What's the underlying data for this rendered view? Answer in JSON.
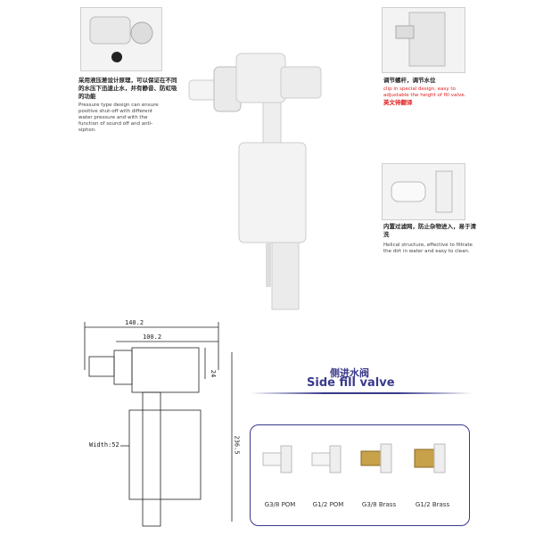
{
  "features": [
    {
      "cn": "采用液压差设计原理，可以保证在不同的水压下迅速止水，并有静音、防虹吸的功能",
      "en": "Pressure type design can ensure positive shut-off with different water pressure and with the function of sound off and anti-siphon."
    },
    {
      "cn": "调节螺杆，调节水位",
      "en": "clip in special design, easy to adjustable the height of fill valve.",
      "note": "英文待翻译"
    },
    {
      "cn": "内置过滤网，防止杂物进入，易于清洗",
      "en": "Helical structure, effective to filtrate the dirt in water and easy to clean."
    }
  ],
  "drawing": {
    "dim_total_width": "140.2",
    "dim_inner_width": "100.2",
    "dim_height_top": "24",
    "dim_total_height": "236.5",
    "width_label": "Width:52"
  },
  "product": {
    "title_cn": "侧进水阀",
    "title_en": "Side fill valve",
    "accent": "#3a3a8c"
  },
  "fittings": [
    {
      "label": "G3/8 POM",
      "material": "white"
    },
    {
      "label": "G1/2 POM",
      "material": "white"
    },
    {
      "label": "G3/8 Brass",
      "material": "brass"
    },
    {
      "label": "G1/2 Brass",
      "material": "brass"
    }
  ]
}
